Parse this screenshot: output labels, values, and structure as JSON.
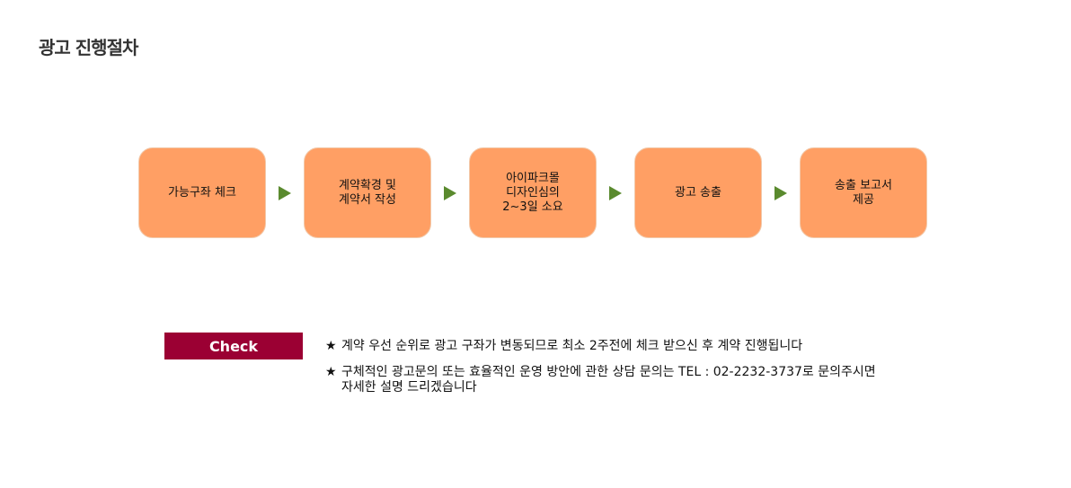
{
  "page_title": "광고 진행절차",
  "steps": [
    {
      "label": "가능구좌 체크"
    },
    {
      "label": "계약확경 및\n계약서 작성"
    },
    {
      "label": "아이파크몰\n디자인심의\n2~3일 소요"
    },
    {
      "label": "광고 송출"
    },
    {
      "label": "송출 보고서\n제공"
    }
  ],
  "colors": {
    "step_fill": "#ff9f64",
    "arrow": "#5a8a2e",
    "check_badge": "#9b0033"
  },
  "arrow_icon": "triangle-right-icon",
  "check": {
    "label": "Check",
    "star": "★",
    "notes": [
      "계약 우선 순위로 광고 구좌가 변동되므로 최소 2주전에 체크 받으신 후 계약 진행됩니다",
      "구체적인 광고문의 또는 효율적인 운영 방안에 관한 상담 문의는 TEL : 02-2232-3737로 문의주시면\n자세한 설명 드리겠습니다"
    ]
  }
}
